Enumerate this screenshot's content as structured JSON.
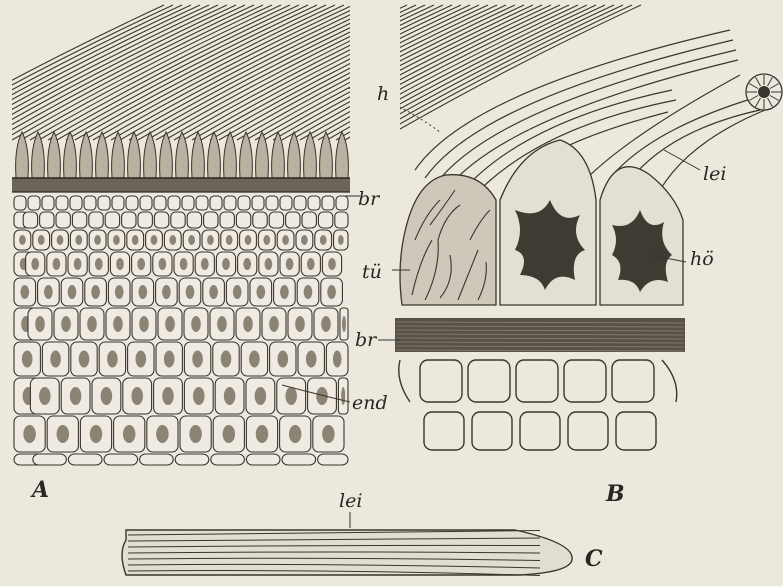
{
  "figure": {
    "panels": [
      "A",
      "B",
      "C"
    ],
    "labels": {
      "h": "h",
      "br_a": "br",
      "end": "end",
      "lei_b": "lei",
      "hoe": "hö",
      "tue": "tü",
      "br_b": "br",
      "lei_c": "lei"
    }
  }
}
